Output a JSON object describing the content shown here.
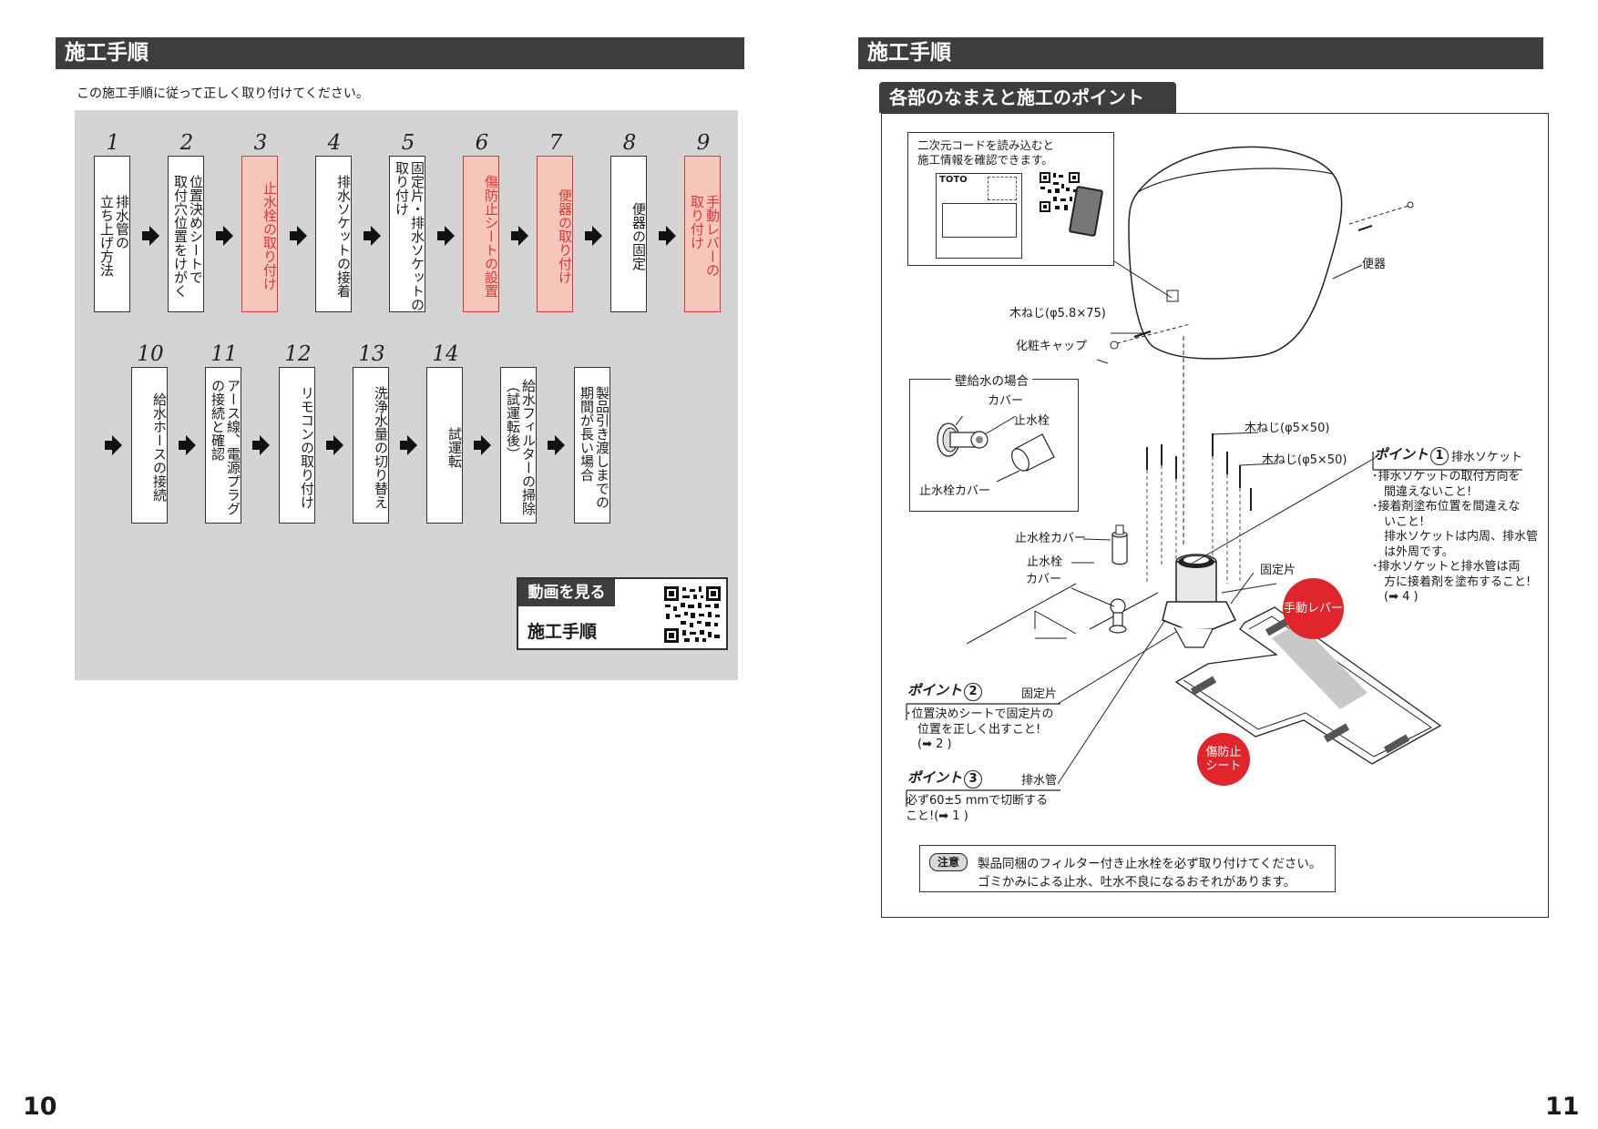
{
  "left": {
    "header": "施工手順",
    "intro": "この施工手順に従って正しく取り付けてください。",
    "steps": [
      {
        "num": "1",
        "text": "排水管の\n立ち上げ方法",
        "hl": false
      },
      {
        "num": "2",
        "text": "位置決めシートで\n取付穴位置をけがく",
        "hl": false
      },
      {
        "num": "3",
        "text": "止水栓の取り付け",
        "hl": true
      },
      {
        "num": "4",
        "text": "排水ソケットの接着",
        "hl": false
      },
      {
        "num": "5",
        "text": "固定片・排水ソケットの\n取り付け",
        "hl": false
      },
      {
        "num": "6",
        "text": "傷防止シートの設置",
        "hl": true
      },
      {
        "num": "7",
        "text": "便器の取り付け",
        "hl": true
      },
      {
        "num": "8",
        "text": "便器の固定",
        "hl": false
      },
      {
        "num": "9",
        "text": "手動レバーの\n取り付け",
        "hl": true
      },
      {
        "num": "10",
        "text": "給水ホースの接続",
        "hl": false
      },
      {
        "num": "11",
        "text": "アース線、電源プラグ\nの接続と確認",
        "hl": false
      },
      {
        "num": "12",
        "text": "リモコンの取り付け",
        "hl": false
      },
      {
        "num": "13",
        "text": "洗浄水量の切り替え",
        "hl": false
      },
      {
        "num": "14",
        "text": "試運転",
        "hl": false
      },
      {
        "num": "",
        "text": "給水フィルターの掃除\n（試運転後）",
        "hl": false
      },
      {
        "num": "",
        "text": "製品引き渡しまでの\n期間が長い場合",
        "hl": false
      }
    ],
    "video_tag": "動画を見る",
    "video_label": "施工手順",
    "page_number": "10"
  },
  "right": {
    "header": "施工手順",
    "subheader": "各部のなまえと施工のポイント",
    "qr_info_text": "二次元コードを読み込むと\n施工情報を確認できます。",
    "label_toto": "TOTO",
    "labels": {
      "benki": "便器",
      "mokuneji_large": "木ねじ(φ5.8×75)",
      "keshou_cap": "化粧キャップ",
      "wall_supply": "壁給水の場合",
      "cover": "カバー",
      "shisuisen": "止水栓",
      "shisuisen_cover": "止水栓カバー",
      "mokuneji_small_1": "木ねじ(φ5×50)",
      "mokuneji_small_2": "木ねじ(φ5×50)",
      "shisuisen_cover_2": "止水栓カバー",
      "shisuisen_2": "止水栓",
      "cover_2": "カバー",
      "koteihen": "固定片"
    },
    "badges": {
      "lever": "手動レバー",
      "sheet": "傷防止\nシート"
    },
    "points": [
      {
        "title": "ポイント",
        "num": "1",
        "sub": "排水ソケット",
        "body": "･排水ソケットの取付方向を\n　間違えないこと!\n･接着剤塗布位置を間違えな\n　いこと!\n　排水ソケットは内周、排水管\n　は外周です。\n･排水ソケットと排水管は両\n　方に接着剤を塗布すること!\n　(➡ 4 )"
      },
      {
        "title": "ポイント",
        "num": "2",
        "sub": "固定片",
        "body": "･位置決めシートで固定片の\n　位置を正しく出すこと!\n　(➡ 2 )"
      },
      {
        "title": "ポイント",
        "num": "3",
        "sub": "排水管",
        "body": "必ず60±5 mmで切断する\nこと!(➡ 1 )"
      }
    ],
    "note_tag": "注意",
    "note_line1": "製品同梱のフィルター付き止水栓を必ず取り付けてください。",
    "note_line2": "ゴミかみによる止水、吐水不良になるおそれがあります。",
    "page_number": "11"
  }
}
